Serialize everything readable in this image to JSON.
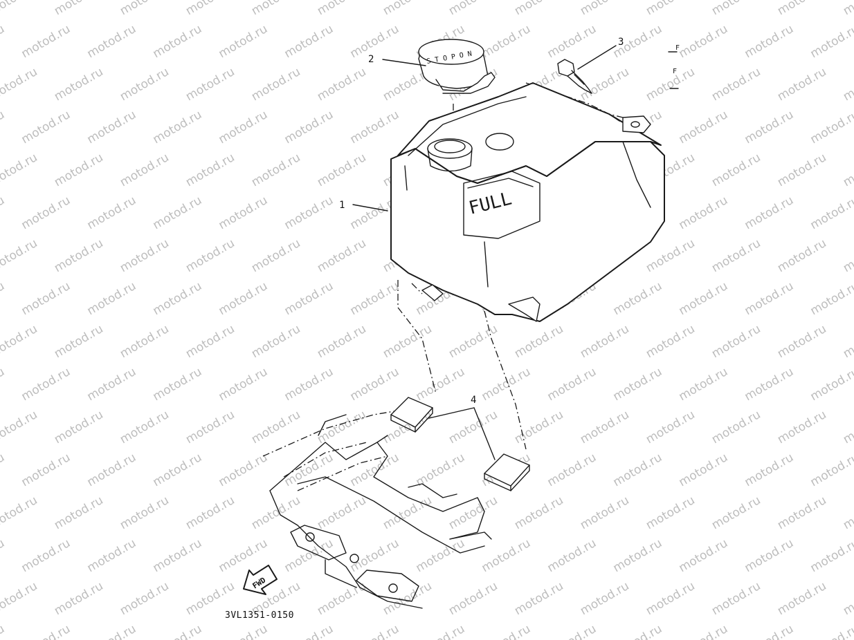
{
  "diagram": {
    "callouts": [
      {
        "id": "1",
        "label": "1"
      },
      {
        "id": "2",
        "label": "2"
      },
      {
        "id": "3",
        "label": "3"
      },
      {
        "id": "4",
        "label": "4"
      }
    ],
    "tank_marking": "FULL",
    "cap_marking": "S T O P  O N",
    "fwd_arrow_label": "FWD",
    "part_number": "3VL1351-0150",
    "margin_marks": [
      "F",
      "F"
    ],
    "watermark": "motod.ru"
  }
}
